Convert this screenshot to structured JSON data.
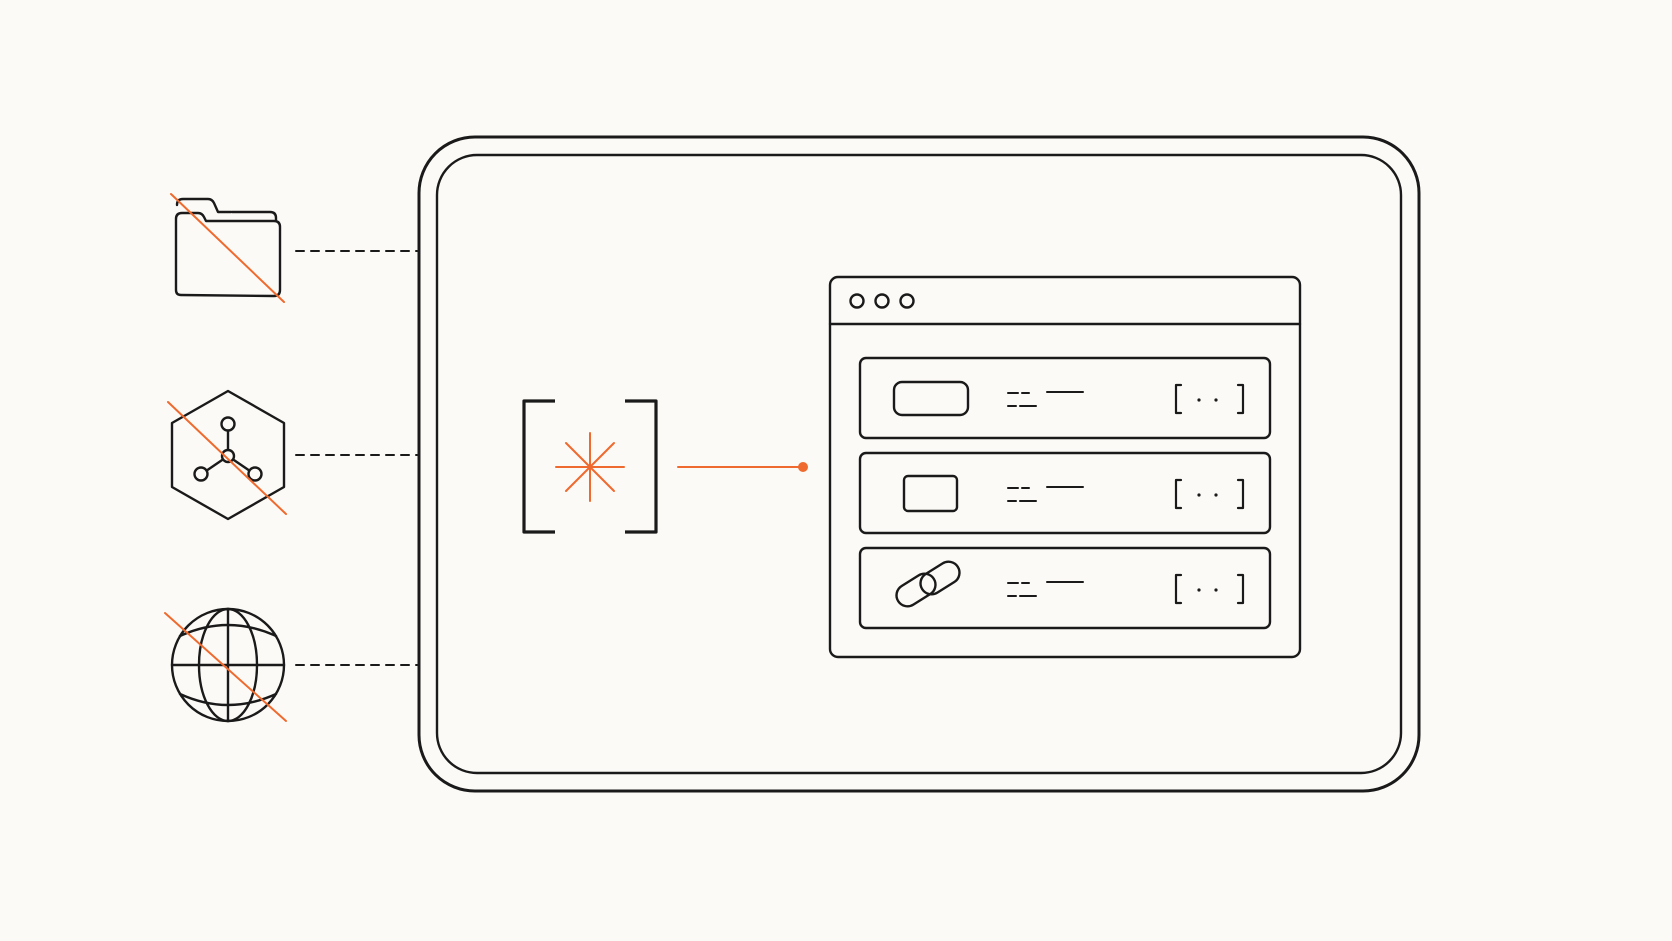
{
  "colors": {
    "background": "#fcfaf6",
    "ink": "#1a1a1a",
    "accent": "#ef6a2e"
  },
  "blocked_sources": [
    {
      "icon": "folder-icon",
      "blocked": true
    },
    {
      "icon": "network-hub-icon",
      "blocked": true
    },
    {
      "icon": "globe-icon",
      "blocked": true
    }
  ],
  "sandbox": {
    "core": {
      "icon": "bracketed-asterisk-icon"
    },
    "window": {
      "controls": [
        "dot",
        "dot",
        "dot"
      ],
      "rows": [
        {
          "icon": "wide-rectangle-icon",
          "action": "ellipsis-bracket-icon"
        },
        {
          "icon": "small-rectangle-icon",
          "action": "ellipsis-bracket-icon"
        },
        {
          "icon": "chain-link-icon",
          "action": "ellipsis-bracket-icon"
        }
      ]
    }
  }
}
